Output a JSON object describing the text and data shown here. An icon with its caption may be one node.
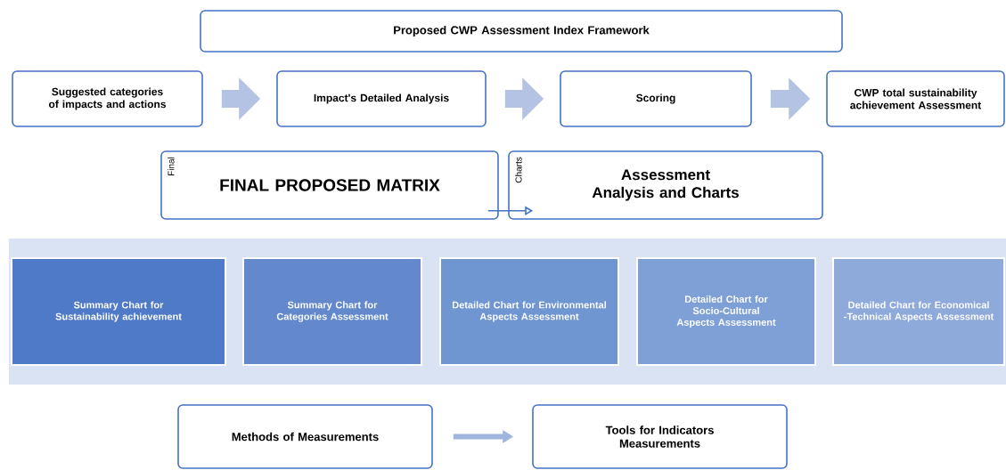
{
  "diagram": {
    "nodes": [
      {
        "text": [
          "Proposed CWP Assessment Index Framework"
        ]
      },
      {
        "text": [
          "Suggested categories of impacts and actions"
        ]
      },
      {
        "text": [
          "Impact's Detailed Analysis"
        ]
      },
      {
        "text": [
          "Scoring"
        ]
      },
      {
        "text": [
          "CWP total sustainability achievement Assessment"
        ]
      },
      {
        "text": [
          "Final",
          "FINAL PROPOSED MATRIX"
        ]
      },
      {
        "text": [
          "Charts",
          "Assessment Analysis and Charts"
        ]
      },
      {
        "text": [],
        "shape": "box"
      },
      {
        "text": [
          "Summary Chart for Sustainability achievement"
        ],
        "in": 7
      },
      {
        "text": [
          "Summary Chart for Categories Assessment"
        ],
        "in": 7
      },
      {
        "text": [
          "Detailed Chart for Environmental Aspects Assessment"
        ],
        "in": 7
      },
      {
        "text": [
          "Detailed Chart for Socio-Cultural Aspects Assessment"
        ],
        "in": 7
      },
      {
        "text": [
          "Detailed Chart for Economical -Technical Aspects Assessment"
        ],
        "in": 7
      },
      {
        "text": [
          "Methods of Measurements"
        ]
      },
      {
        "text": [
          "Tools for Indicators Measurements"
        ]
      }
    ],
    "edges": [
      {
        "from": 1,
        "to": 2,
        "arrow": "to"
      },
      {
        "from": 2,
        "to": 3,
        "arrow": "to"
      },
      {
        "from": 3,
        "to": 4,
        "arrow": "to"
      },
      {
        "from": 5,
        "to": 6,
        "arrow": "to",
        "color": "#4472c4"
      },
      {
        "from": 13,
        "to": 14,
        "arrow": "to"
      }
    ]
  }
}
